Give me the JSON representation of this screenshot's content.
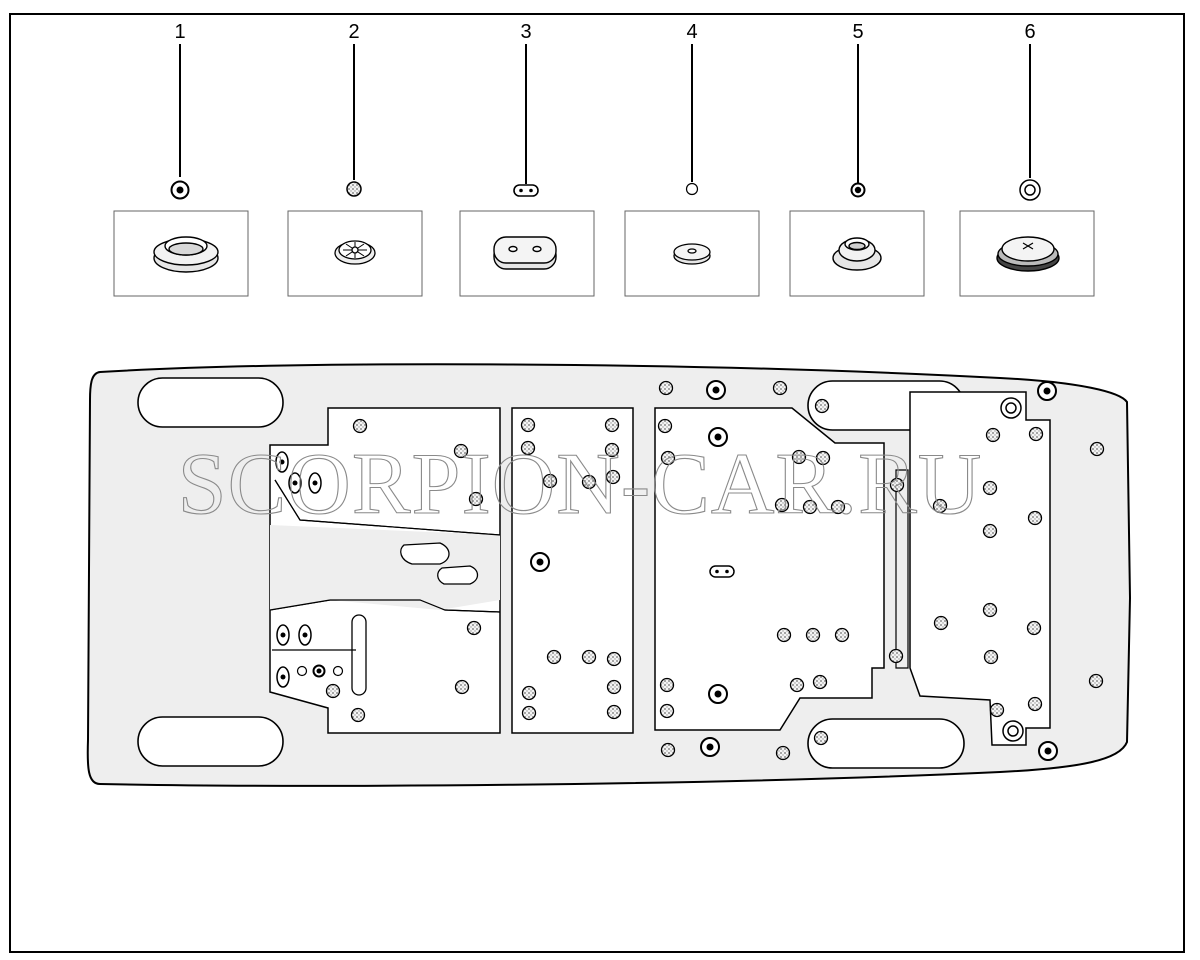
{
  "parts": [
    {
      "label": "1",
      "icon": "grommet-large-icon"
    },
    {
      "label": "2",
      "icon": "plug-star-icon"
    },
    {
      "label": "3",
      "icon": "plug-oval-twohole-icon"
    },
    {
      "label": "4",
      "icon": "plug-small-flat-icon"
    },
    {
      "label": "5",
      "icon": "grommet-small-icon"
    },
    {
      "label": "6",
      "icon": "plug-cross-cap-icon"
    }
  ],
  "watermark": "SCORPION-CAR.RU",
  "colors": {
    "line": "#000000",
    "stipple": "#6e6e6e",
    "fill": "#eeeeee",
    "watermark": "#8a8a8a"
  }
}
